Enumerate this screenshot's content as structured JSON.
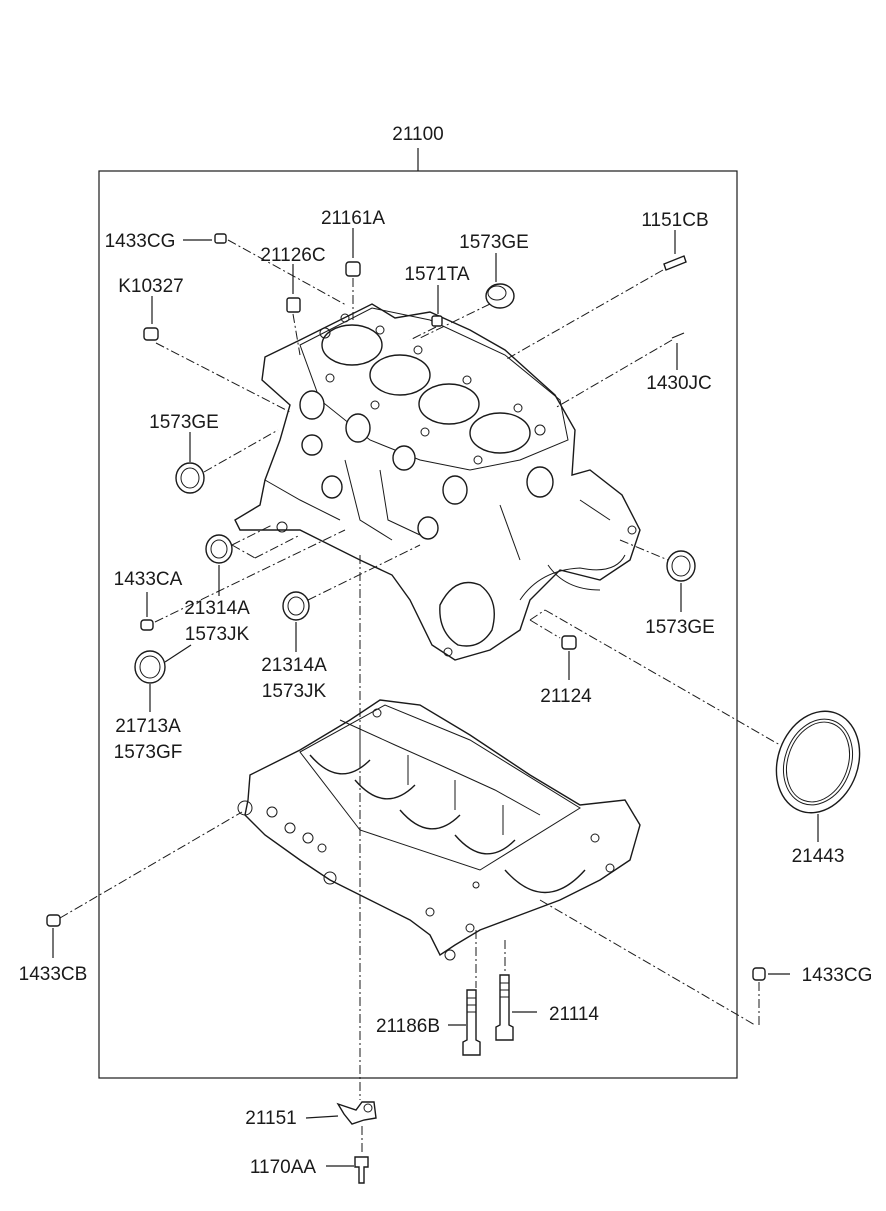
{
  "labels": {
    "assembly": "21100",
    "p21161A": "21161A",
    "p1433CG_top": "1433CG",
    "p21126C": "21126C",
    "p1573GE_top": "1573GE",
    "p1571TA": "1571TA",
    "p1151CB": "1151CB",
    "pK10327": "K10327",
    "p1430JC": "1430JC",
    "p1573GE_left": "1573GE",
    "p1433CA": "1433CA",
    "p21314A_1": "21314A",
    "p1573JK_1": "1573JK",
    "p21314A_2": "21314A",
    "p1573JK_2": "1573JK",
    "p1573GE_right": "1573GE",
    "p21124": "21124",
    "p21713A": "21713A",
    "p1573GF": "1573GF",
    "p21443": "21443",
    "p1433CB": "1433CB",
    "p1433CG_right": "1433CG",
    "p21186B": "21186B",
    "p21114": "21114",
    "p21151": "21151",
    "p1170AA": "1170AA"
  }
}
